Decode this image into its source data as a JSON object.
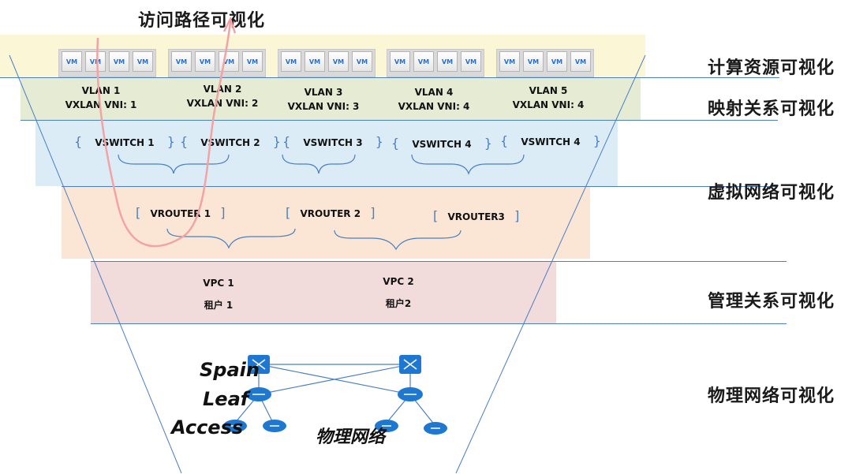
{
  "title": "访问路径可视化",
  "layers": {
    "compute": "计算资源可视化",
    "mapping": "映射关系可视化",
    "virtual_network": "虚拟网络可视化",
    "management": "管理关系可视化",
    "physical_network": "物理网络可视化"
  },
  "vm_label": "VM",
  "vlans": [
    {
      "vlan": "VLAN 1",
      "vni": "VXLAN VNI: 1"
    },
    {
      "vlan": "VLAN 2",
      "vni": "VXLAN VNI: 2"
    },
    {
      "vlan": "VLAN 3",
      "vni": "VXLAN VNI: 3"
    },
    {
      "vlan": "VLAN 4",
      "vni": "VXLAN VNI: 4"
    },
    {
      "vlan": "VLAN 5",
      "vni": "VXLAN VNI: 4"
    }
  ],
  "vswitches": [
    "VSWITCH 1",
    "VSWITCH 2",
    "VSWITCH 3",
    "VSWITCH 4",
    "VSWITCH 4"
  ],
  "vrouters": [
    "VROUTER 1",
    "VROUTER 2",
    "VROUTER3"
  ],
  "vpcs": [
    {
      "name": "VPC 1",
      "tenant": "租户 1"
    },
    {
      "name": "VPC 2",
      "tenant": "租户2"
    }
  ],
  "physical": {
    "spain": "Spain",
    "leaf": "Leaf",
    "access": "Access",
    "network": "物理网络"
  },
  "colors": {
    "compute_band": "#fbf7d6",
    "mapping_band": "#e6ebd4",
    "virtual_band": "#dbecf6",
    "router_band": "#fbe6d6",
    "management_band": "#f1dbdb",
    "line": "#4a7fc1",
    "path": "#f2a3a3",
    "switch": "#1e78d2"
  }
}
